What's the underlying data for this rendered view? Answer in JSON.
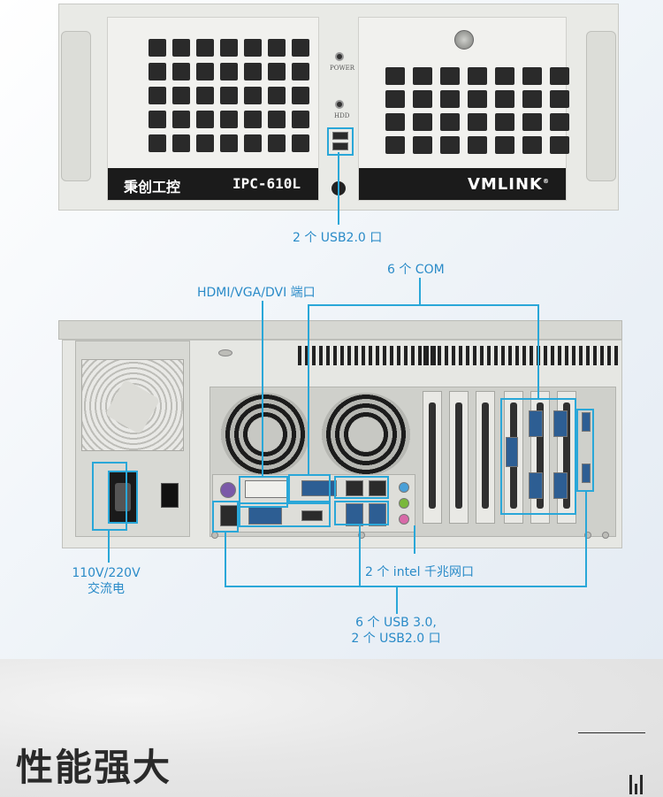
{
  "front_panel": {
    "brand_cn": "秉创工控",
    "model": "IPC-610L",
    "logo": "VMLINK",
    "logo_mark": "®",
    "power_label": "POWER",
    "hdd_label": "HDD"
  },
  "callouts": {
    "front_usb": "2 个 USB2.0 口",
    "hdmi": "HDMI/VGA/DVI 端口",
    "com": "6 个 COM",
    "power_in_line1": "110V/220V",
    "power_in_line2": "交流电",
    "lan": "2 个 intel 千兆网口",
    "usb_rear_line1": "6 个 USB 3.0,",
    "usb_rear_line2": "2 个 USB2.0 口"
  },
  "section": {
    "title": "性能强大"
  },
  "colors": {
    "accent": "#2aa7d8",
    "callout_text": "#2a8bc8",
    "title": "#2a2a2a"
  }
}
